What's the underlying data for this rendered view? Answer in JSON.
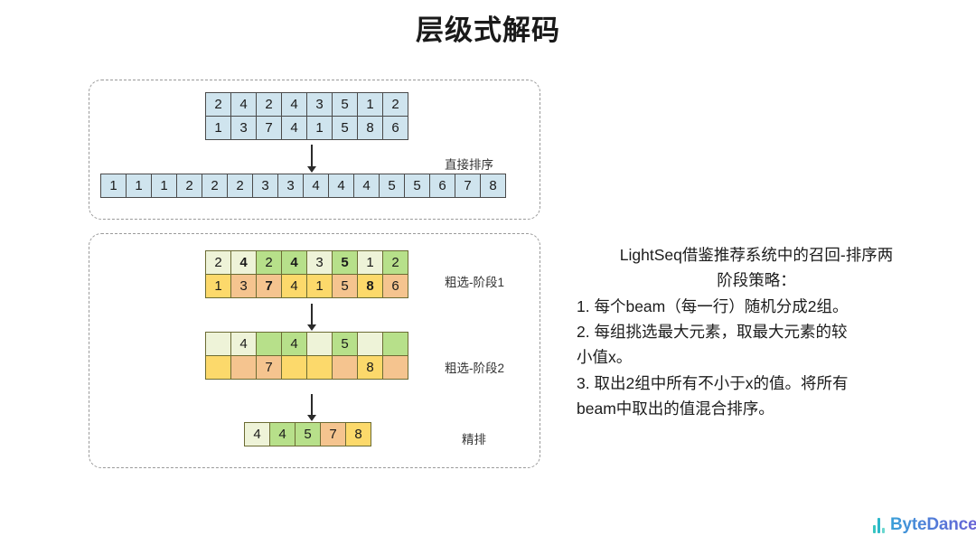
{
  "slide": {
    "title": "层级式解码"
  },
  "panels": {
    "direct": {
      "label": "直接排序",
      "input_grid": {
        "rows": [
          [
            {
              "v": "2"
            },
            {
              "v": "4"
            },
            {
              "v": "2"
            },
            {
              "v": "4"
            },
            {
              "v": "3"
            },
            {
              "v": "5"
            },
            {
              "v": "1"
            },
            {
              "v": "2"
            }
          ],
          [
            {
              "v": "1"
            },
            {
              "v": "3"
            },
            {
              "v": "7"
            },
            {
              "v": "4"
            },
            {
              "v": "1"
            },
            {
              "v": "5"
            },
            {
              "v": "8"
            },
            {
              "v": "6"
            }
          ]
        ]
      },
      "sorted_row": [
        "1",
        "1",
        "1",
        "2",
        "2",
        "2",
        "3",
        "3",
        "4",
        "4",
        "4",
        "5",
        "5",
        "6",
        "7",
        "8"
      ]
    },
    "hierarchical": {
      "stage1_label": "粗选-阶段1",
      "stage2_label": "粗选-阶段2",
      "final_label": "精排",
      "stage1": {
        "rows": [
          [
            {
              "v": "2",
              "c": "pgreen",
              "b": false
            },
            {
              "v": "4",
              "c": "pgreen",
              "b": true
            },
            {
              "v": "2",
              "c": "green",
              "b": false
            },
            {
              "v": "4",
              "c": "green",
              "b": true
            },
            {
              "v": "3",
              "c": "pgreen",
              "b": false
            },
            {
              "v": "5",
              "c": "green",
              "b": true
            },
            {
              "v": "1",
              "c": "pgreen",
              "b": false
            },
            {
              "v": "2",
              "c": "green",
              "b": false
            }
          ],
          [
            {
              "v": "1",
              "c": "yellow",
              "b": false
            },
            {
              "v": "3",
              "c": "orange",
              "b": false
            },
            {
              "v": "7",
              "c": "orange",
              "b": true
            },
            {
              "v": "4",
              "c": "yellow",
              "b": false
            },
            {
              "v": "1",
              "c": "yellow",
              "b": false
            },
            {
              "v": "5",
              "c": "orange",
              "b": false
            },
            {
              "v": "8",
              "c": "yellow",
              "b": true
            },
            {
              "v": "6",
              "c": "orange",
              "b": false
            }
          ]
        ]
      },
      "stage2": {
        "rows": [
          [
            {
              "v": "",
              "c": "pgreen",
              "b": false
            },
            {
              "v": "4",
              "c": "pgreen",
              "b": false
            },
            {
              "v": "",
              "c": "green",
              "b": false
            },
            {
              "v": "4",
              "c": "green",
              "b": false
            },
            {
              "v": "",
              "c": "pgreen",
              "b": false
            },
            {
              "v": "5",
              "c": "green",
              "b": false
            },
            {
              "v": "",
              "c": "pgreen",
              "b": false
            },
            {
              "v": "",
              "c": "green",
              "b": false
            }
          ],
          [
            {
              "v": "",
              "c": "yellow",
              "b": false
            },
            {
              "v": "",
              "c": "orange",
              "b": false
            },
            {
              "v": "7",
              "c": "orange",
              "b": false
            },
            {
              "v": "",
              "c": "yellow",
              "b": false
            },
            {
              "v": "",
              "c": "yellow",
              "b": false
            },
            {
              "v": "",
              "c": "orange",
              "b": false
            },
            {
              "v": "8",
              "c": "yellow",
              "b": false
            },
            {
              "v": "",
              "c": "orange",
              "b": false
            }
          ]
        ]
      },
      "final": {
        "rows": [
          [
            {
              "v": "4",
              "c": "pgreen",
              "b": false
            },
            {
              "v": "4",
              "c": "green",
              "b": false
            },
            {
              "v": "5",
              "c": "green",
              "b": false
            },
            {
              "v": "7",
              "c": "orange",
              "b": false
            },
            {
              "v": "8",
              "c": "yellow",
              "b": false
            }
          ]
        ]
      }
    }
  },
  "description": {
    "line1": "LightSeq借鉴推荐系统中的召回-排序两",
    "line2": "阶段策略：",
    "line3": "1. 每个beam（每一行）随机分成2组。",
    "line4": "2. 每组挑选最大元素，取最大元素的较",
    "line5": "小值x。",
    "line6": "3. 取出2组中所有不小于x的值。将所有",
    "line7": "beam中取出的值混合排序。"
  },
  "logo": {
    "wordmark": "ByteDance",
    "icon": "bars-icon"
  },
  "colors": {
    "cell_blue": "#cfe4ee",
    "cell_pale_green": "#eef3d8",
    "cell_green": "#b7e08a",
    "cell_yellow": "#fcd96b",
    "cell_orange": "#f5c48f",
    "panel_dash": "#9a9a9a",
    "logo_accent": "#4d79d6"
  }
}
